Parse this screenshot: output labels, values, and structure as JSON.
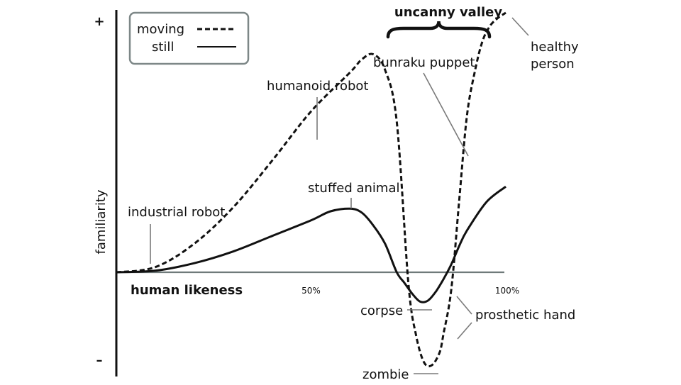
{
  "chart_data": {
    "type": "line",
    "xlabel": "human likeness",
    "ylabel": "familiarity",
    "y_max_label": "+",
    "y_min_label": "–",
    "x_ticks": [
      {
        "x": 50,
        "label": "50%"
      },
      {
        "x": 100,
        "label": "100%"
      }
    ],
    "xlim": [
      0,
      100
    ],
    "ylim": [
      -100,
      100
    ],
    "grid": false,
    "legend": {
      "placement": "top-left",
      "entries": [
        {
          "label": "moving",
          "series": "moving",
          "style": "dashed"
        },
        {
          "label": "still",
          "series": "still",
          "style": "solid"
        }
      ]
    },
    "series": [
      {
        "name": "moving",
        "style": "dashed",
        "color": "#111111",
        "x": [
          0,
          10,
          20,
          30,
          40,
          50,
          60,
          63,
          66,
          69,
          72,
          75,
          77,
          79,
          81,
          83,
          84,
          86,
          88,
          90,
          92,
          94,
          96,
          98,
          100
        ],
        "y": [
          0,
          2,
          11,
          25,
          43,
          62,
          77,
          82,
          84,
          78,
          58,
          -12,
          -65,
          -92,
          -95,
          -82,
          -63,
          -18,
          27,
          60,
          77,
          89,
          95,
          98,
          100
        ]
      },
      {
        "name": "still",
        "style": "solid",
        "color": "#111111",
        "x": [
          0,
          10,
          20,
          30,
          40,
          50,
          55,
          60,
          63,
          66,
          69,
          72,
          74,
          76,
          78,
          80,
          82,
          84,
          86,
          88,
          90,
          95,
          100
        ],
        "y": [
          0,
          0.6,
          3.5,
          8,
          14,
          20,
          23.5,
          24.5,
          23,
          18,
          11,
          0,
          -11,
          -22,
          -30,
          -29,
          -20,
          -7,
          3,
          10,
          16,
          27,
          33
        ]
      }
    ],
    "annotations": [
      {
        "label": "industrial robot",
        "x": 8,
        "y": 1,
        "series": "still"
      },
      {
        "label": "humanoid robot",
        "x": 52,
        "y": 64,
        "series": "moving"
      },
      {
        "label": "stuffed animal",
        "x": 60,
        "y": 24.5,
        "series": "still"
      },
      {
        "label": "bunraku puppet",
        "x": 90,
        "y": 60,
        "series": "moving"
      },
      {
        "label": "healthy person",
        "x": 100,
        "y": 100,
        "series": "moving"
      },
      {
        "label": "corpse",
        "x": 81,
        "y": -27,
        "series": "still"
      },
      {
        "label": "zombie",
        "x": 83,
        "y": -90,
        "series": "moving"
      },
      {
        "label": "prosthetic hand",
        "x": 86,
        "y": -20,
        "series": "moving"
      },
      {
        "label": "uncanny valley",
        "x_range": [
          70,
          96
        ],
        "kind": "brace"
      }
    ]
  }
}
